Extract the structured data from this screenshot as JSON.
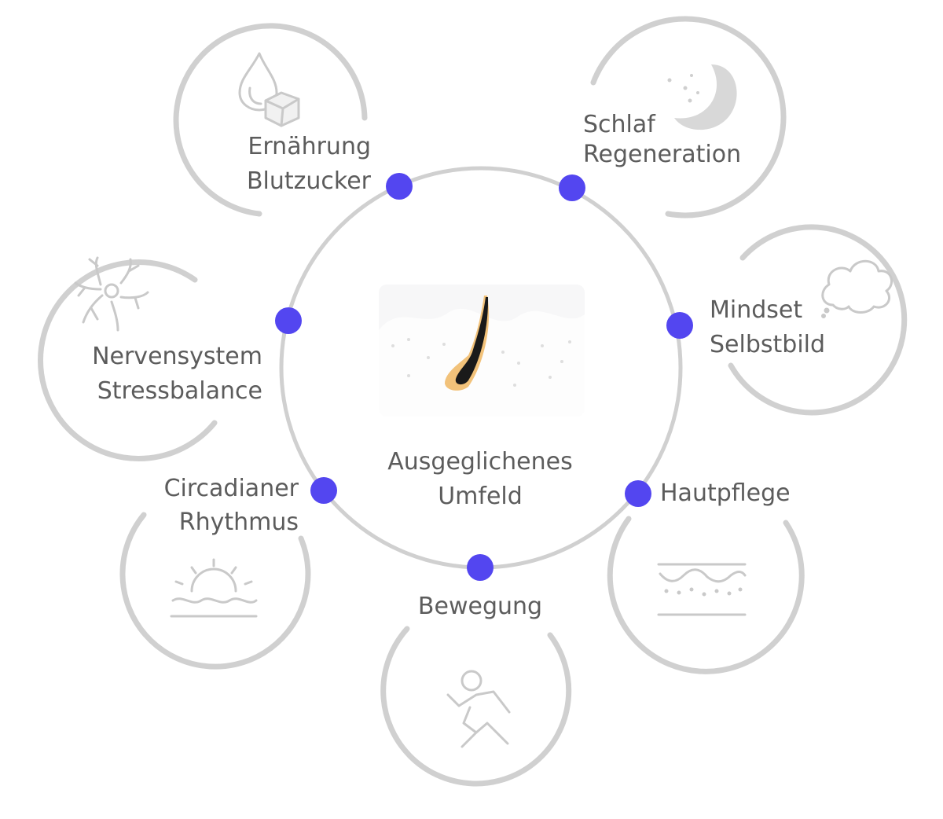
{
  "center": {
    "label_line1": "Ausgeglichenes",
    "label_line2": "Umfeld"
  },
  "topics": [
    {
      "line1": "Ernährung",
      "line2": "Blutzucker",
      "icon": "drop-and-sugar-cube-icon"
    },
    {
      "line1": "Schlaf",
      "line2": "Regeneration",
      "icon": "moon-and-stars-icon"
    },
    {
      "line1": "Mindset",
      "line2": "Selbstbild",
      "icon": "thought-cloud-icon"
    },
    {
      "line1": "Hautpflege",
      "line2": "",
      "icon": "skin-layers-icon"
    },
    {
      "line1": "Bewegung",
      "line2": "",
      "icon": "running-person-icon"
    },
    {
      "line1": "Circadianer",
      "line2": "Rhythmus",
      "icon": "sunrise-icon"
    },
    {
      "line1": "Nervensystem",
      "line2": "Stressbalance",
      "icon": "neuron-icon"
    }
  ],
  "colors": {
    "node": "#5346f0",
    "ring": "#d0d0d0",
    "icon": "#c9c9c9",
    "text": "#5c5c5c",
    "hair_outer": "#f2c27a",
    "hair_inner": "#1a1a1a"
  }
}
